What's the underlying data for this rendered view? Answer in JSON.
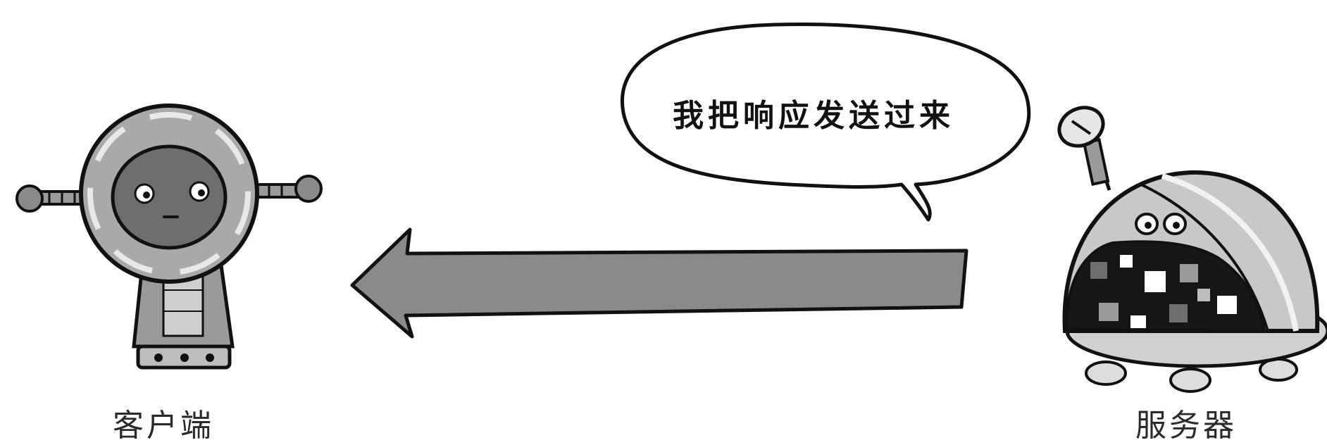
{
  "speech": {
    "text": "我把响应发送过来"
  },
  "client": {
    "label": "客户端"
  },
  "server": {
    "label": "服务器"
  },
  "colors": {
    "arrow": "#8a8a8a",
    "outline": "#111111",
    "client_face": "#6e6e6e",
    "client_ring": "#a9a9a9",
    "server_shell": "#c8c8c8",
    "server_screen": "#161616"
  }
}
